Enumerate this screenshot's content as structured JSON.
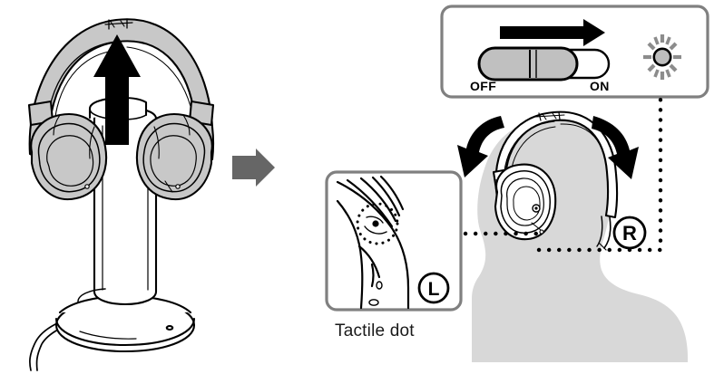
{
  "figure": {
    "kind": "instruction-illustration",
    "subject": "wireless-headphones-setup",
    "background_color": "#ffffff",
    "line_color": "#000000",
    "product_fill": "#c8c8c8",
    "silhouette_fill": "#d8d8d8",
    "panel_border_color": "#808080",
    "step_arrow_color": "#666666"
  },
  "panels": {
    "left": {
      "name": "headphones-on-stand",
      "description": "Headphones resting on a charging stand, lifted upward"
    },
    "switch_inset": {
      "name": "power-switch-inset",
      "off_label": "OFF",
      "on_label": "ON",
      "switch_state": "OFF",
      "indicator": "power-indicator-lamp"
    },
    "tactile_inset": {
      "name": "tactile-dot-inset",
      "caption": "Tactile dot",
      "side_marker": "L"
    },
    "wear": {
      "name": "wearing-headphones",
      "side_marker": "R"
    }
  },
  "markers": {
    "left_channel": "L",
    "right_channel": "R"
  },
  "arrows": {
    "lift": "up-arrow",
    "step": "right-block-arrow",
    "switch_slide": "right-arrow",
    "wear_left": "curved-arrow-down-left",
    "wear_right": "curved-arrow-down-right"
  }
}
